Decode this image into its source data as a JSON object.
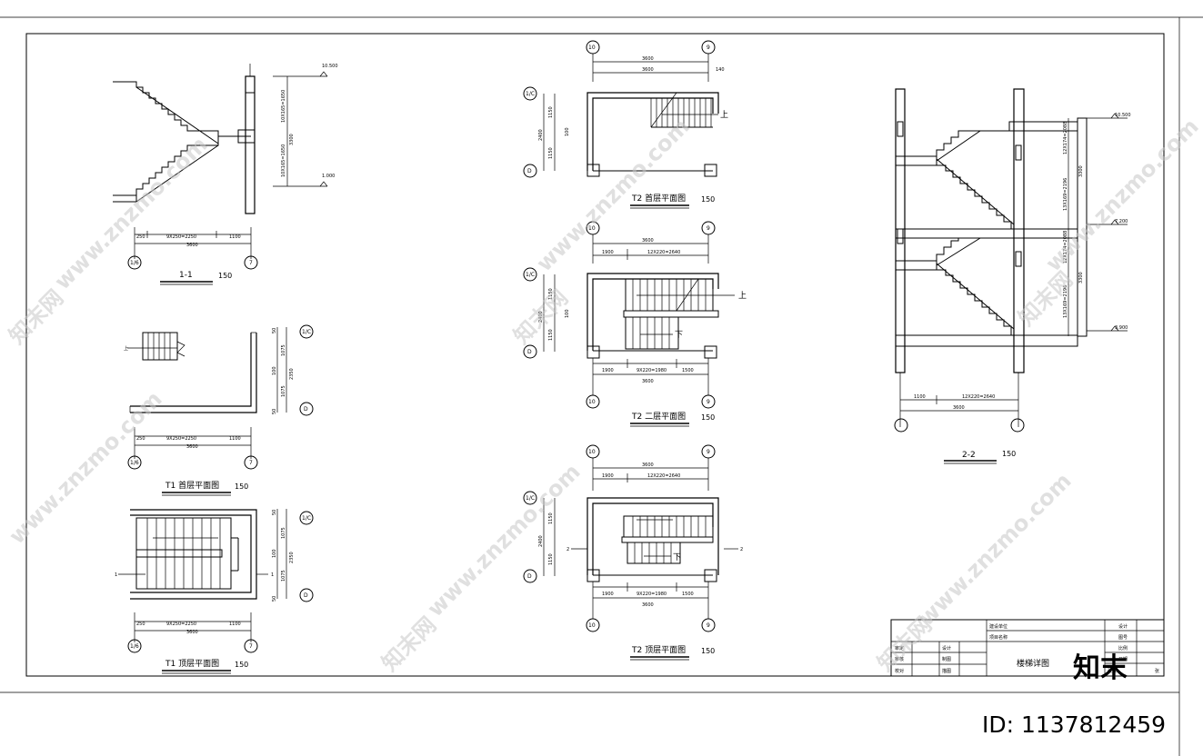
{
  "drawings": {
    "s11": {
      "title": "1-1",
      "scale": "150",
      "dims": [
        "250",
        "9X250=2250",
        "1100",
        "3600"
      ],
      "axes": [
        "1/6",
        "7"
      ],
      "elev_top": "10.500",
      "elev_bottom": "1.000",
      "riser_top": "10X165=1650",
      "riser_bottom": "10X165=1650",
      "mid": "3300"
    },
    "t1f": {
      "title": "T1 首层平面图",
      "scale": "150",
      "dims": [
        "250",
        "9X250=2250",
        "1100",
        "3600"
      ],
      "axes": [
        "1/6",
        "7",
        "1/C",
        "D"
      ],
      "vdims": [
        "50",
        "1075",
        "100",
        "1075",
        "50",
        "2350"
      ],
      "up": "上"
    },
    "t1t": {
      "title": "T1 顶层平面图",
      "scale": "150",
      "dims": [
        "250",
        "9X250=2250",
        "1100",
        "3600"
      ],
      "axes": [
        "1/6",
        "7",
        "1/C",
        "D"
      ],
      "vdims": [
        "50",
        "1075",
        "100",
        "1075",
        "50",
        "2350"
      ],
      "cut": "1"
    },
    "t2f": {
      "title": "T2 首层平面图",
      "scale": "150",
      "dims": [
        "3600",
        "3600"
      ],
      "axes": [
        "10",
        "9",
        "1/C",
        "D"
      ],
      "vdims": [
        "1150",
        "100",
        "1150",
        "2400"
      ],
      "up": "上",
      "right_dim": "140"
    },
    "t2s": {
      "title": "T2 二层平面图",
      "scale": "150",
      "dims": [
        "3600",
        "1900",
        "12X220=2640",
        "1900",
        "9X220=1980",
        "1500",
        "3600"
      ],
      "axes": [
        "10",
        "9",
        "1/C",
        "D"
      ],
      "vdims": [
        "1150",
        "100",
        "1150",
        "2400"
      ],
      "up": "上",
      "down": "下"
    },
    "t2t": {
      "title": "T2 顶层平面图",
      "scale": "150",
      "dims": [
        "3600",
        "1900",
        "12X220=2640",
        "1900",
        "9X220=1980",
        "1500",
        "3600"
      ],
      "axes": [
        "10",
        "9",
        "1/C",
        "D"
      ],
      "vdims": [
        "1150",
        "1150",
        "2400"
      ],
      "down": "下",
      "cut": "2"
    },
    "s22": {
      "title": "2-2",
      "scale": "150",
      "dims": [
        "1100",
        "12X220=2640",
        "3600"
      ],
      "levels": [
        "10.500",
        "7.200",
        "3.900"
      ],
      "riser_upper": "12X174=2088",
      "riser_mid": "3300",
      "riser_lower": "13X169=2196"
    }
  },
  "title_block": {
    "cells": [
      "建设单位",
      "项目名称",
      "设计",
      "图号",
      "审定",
      "设计",
      "日期",
      "审核",
      "制图",
      "比例",
      "校对",
      "描图",
      "张数"
    ],
    "drawing_name": "楼梯详图",
    "sheet": "张"
  },
  "watermarks": {
    "text": "www.znzmo.com",
    "brand": "知末网",
    "corner_logo": "知末",
    "id": "ID: 1137812459"
  }
}
